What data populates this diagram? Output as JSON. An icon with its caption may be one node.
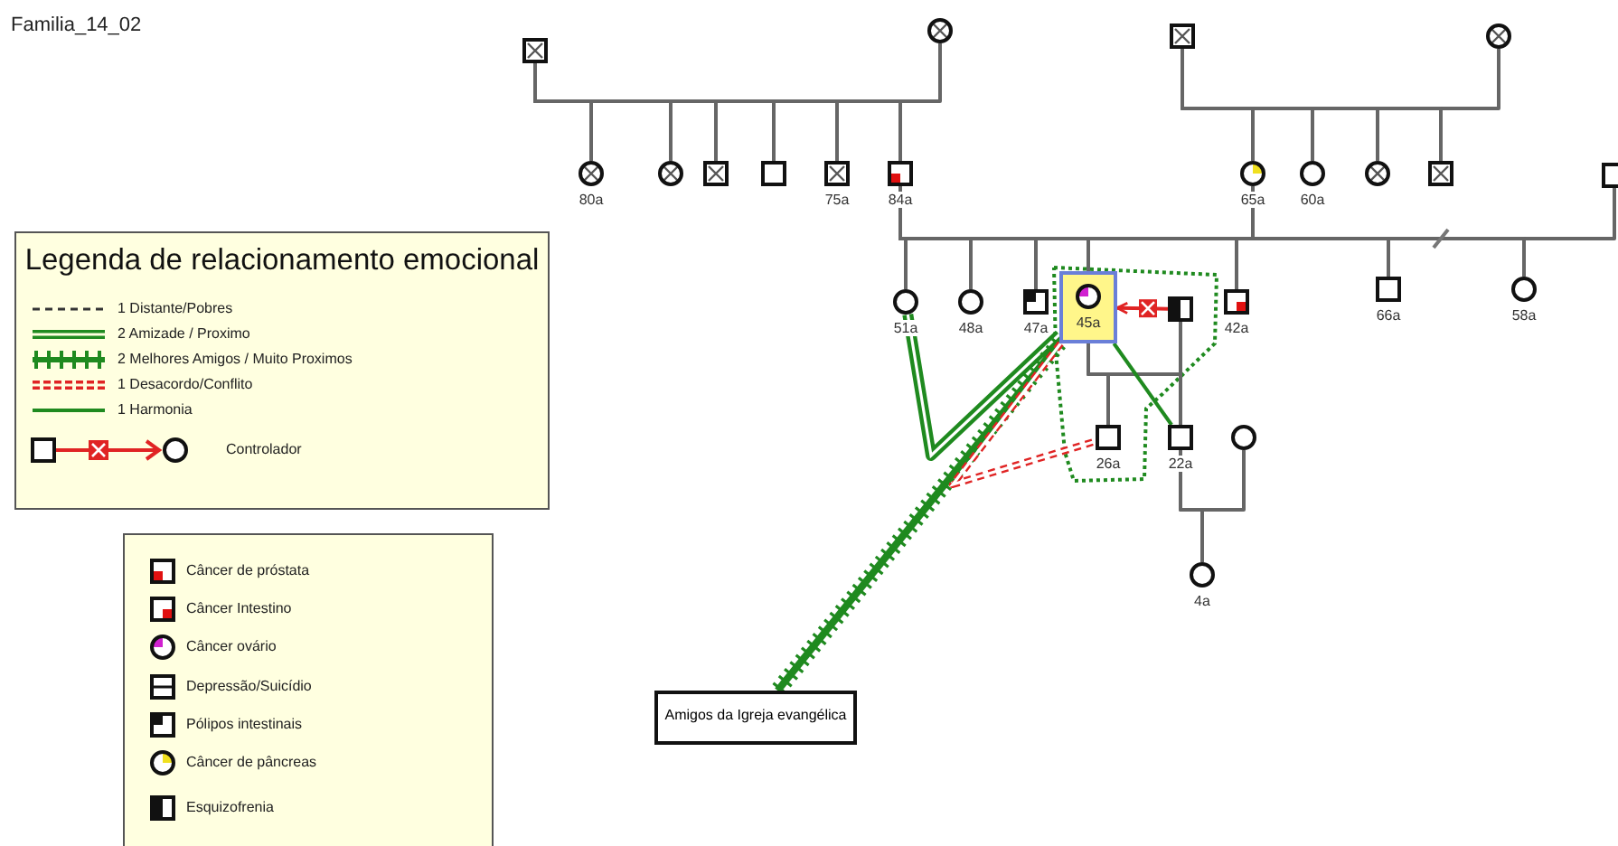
{
  "diagram": {
    "title": "Familia_14_02",
    "nodes": [
      {
        "text": [],
        "shape": "box"
      },
      {
        "text": [],
        "shape": "circle"
      },
      {
        "text": [],
        "shape": "box"
      },
      {
        "text": [],
        "shape": "circle"
      },
      {
        "text": [],
        "shape": "circle",
        "beside": [
          "80a"
        ]
      },
      {
        "text": [],
        "shape": "circle"
      },
      {
        "text": [],
        "shape": "box"
      },
      {
        "text": [],
        "shape": "box"
      },
      {
        "text": [],
        "shape": "box",
        "beside": [
          "75a"
        ]
      },
      {
        "text": [],
        "shape": "box",
        "beside": [
          "84a"
        ]
      },
      {
        "text": [],
        "shape": "circle",
        "beside": [
          "65a"
        ]
      },
      {
        "text": [],
        "shape": "circle",
        "beside": [
          "60a"
        ]
      },
      {
        "text": [],
        "shape": "circle"
      },
      {
        "text": [],
        "shape": "box"
      },
      {
        "text": [],
        "shape": "box"
      },
      {
        "text": [],
        "shape": "circle",
        "beside": [
          "51a"
        ]
      },
      {
        "text": [],
        "shape": "circle",
        "beside": [
          "48a"
        ]
      },
      {
        "text": [],
        "shape": "box",
        "beside": [
          "47a"
        ]
      },
      {
        "text": [
          "45a"
        ]
      },
      {
        "text": [],
        "shape": "box"
      },
      {
        "text": [],
        "shape": "box",
        "beside": [
          "42a"
        ]
      },
      {
        "text": [],
        "shape": "box",
        "beside": [
          "66a"
        ]
      },
      {
        "text": [],
        "shape": "circle",
        "beside": [
          "58a"
        ]
      },
      {
        "text": [],
        "shape": "box",
        "beside": [
          "26a"
        ]
      },
      {
        "text": [],
        "shape": "box",
        "beside": [
          "22a"
        ]
      },
      {
        "text": [],
        "shape": "circle"
      },
      {
        "text": [],
        "shape": "circle",
        "beside": [
          "4a"
        ]
      },
      {
        "text": [
          "Amigos da Igreja evangélica"
        ]
      }
    ],
    "edges": [
      {
        "from": 0,
        "to": 1,
        "arrow": "none"
      },
      {
        "from": 0,
        "to": 4,
        "arrow": "none"
      },
      {
        "from": 0,
        "to": 5,
        "arrow": "none"
      },
      {
        "from": 0,
        "to": 6,
        "arrow": "none"
      },
      {
        "from": 0,
        "to": 7,
        "arrow": "none"
      },
      {
        "from": 0,
        "to": 8,
        "arrow": "none"
      },
      {
        "from": 0,
        "to": 9,
        "arrow": "none"
      },
      {
        "from": 2,
        "to": 3,
        "arrow": "none"
      },
      {
        "from": 2,
        "to": 10,
        "arrow": "none"
      },
      {
        "from": 2,
        "to": 11,
        "arrow": "none"
      },
      {
        "from": 2,
        "to": 12,
        "arrow": "none"
      },
      {
        "from": 2,
        "to": 13,
        "arrow": "none"
      },
      {
        "from": 9,
        "to": 10,
        "arrow": "none"
      },
      {
        "from": 10,
        "to": 14,
        "arrow": "none"
      },
      {
        "from": 9,
        "to": 15,
        "arrow": "none"
      },
      {
        "from": 9,
        "to": 16,
        "arrow": "none"
      },
      {
        "from": 9,
        "to": 17,
        "arrow": "none"
      },
      {
        "from": 9,
        "to": 18,
        "arrow": "none"
      },
      {
        "from": 9,
        "to": 20,
        "arrow": "none"
      },
      {
        "from": 9,
        "to": 21,
        "arrow": "none"
      },
      {
        "from": 9,
        "to": 22,
        "arrow": "none"
      },
      {
        "from": 18,
        "to": 19,
        "arrow": "none"
      },
      {
        "from": 18,
        "to": 23,
        "arrow": "none"
      },
      {
        "from": 18,
        "to": 24,
        "arrow": "none"
      },
      {
        "from": 24,
        "to": 25,
        "arrow": "none"
      },
      {
        "from": 24,
        "to": 26,
        "arrow": "none"
      },
      {
        "from": 15,
        "to": 18,
        "arrow": "none",
        "style": "thick",
        "color": "#1f8a1f"
      },
      {
        "from": 18,
        "to": 27,
        "arrow": "none",
        "style": "thick",
        "color": "#1f8a1f"
      },
      {
        "from": 18,
        "to": 23,
        "arrow": "none",
        "style": "dashed",
        "color": "#e02424"
      },
      {
        "from": 18,
        "to": 24,
        "arrow": "none",
        "color": "#1f8a1f"
      },
      {
        "from": 19,
        "to": 18,
        "arrow": "to",
        "color": "#e02424"
      }
    ],
    "labels": [
      "Legenda de relacionamento emocional"
    ],
    "legend": [
      {
        "text": "1 Distante/Pobres"
      },
      {
        "text": "2 Amizade / Proximo"
      },
      {
        "text": "2 Melhores Amigos / Muito Proximos"
      },
      {
        "text": "1 Desacordo/Conflito"
      },
      {
        "text": "1 Harmonia"
      },
      {
        "text": "Controlador"
      },
      {
        "text": "Câncer de próstata"
      },
      {
        "text": "Câncer Intestino"
      },
      {
        "text": "Câncer ovário"
      },
      {
        "text": "Depressão/Suicídio"
      },
      {
        "text": "Pólipos intestinais"
      },
      {
        "text": "Câncer de pâncreas"
      },
      {
        "text": "Esquizofrenia"
      }
    ]
  }
}
